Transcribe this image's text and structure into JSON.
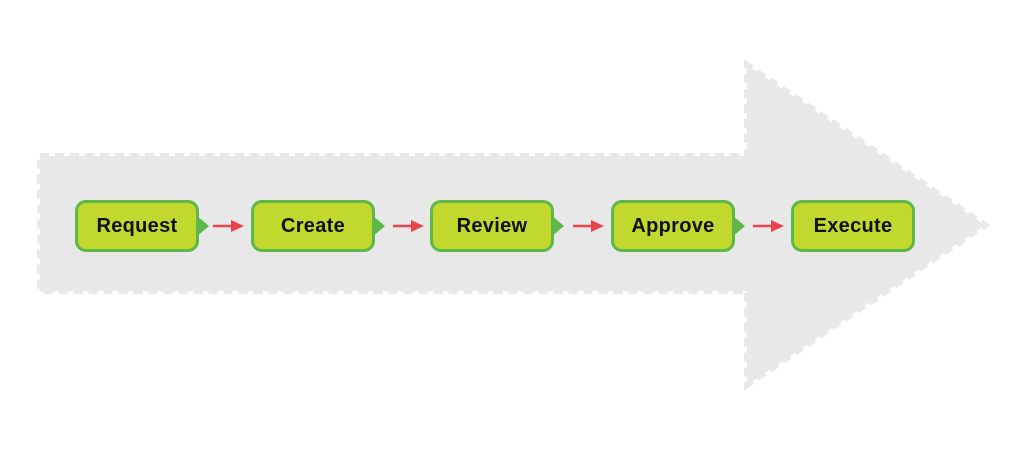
{
  "flow": {
    "type": "process-flow",
    "direction": "left-to-right",
    "stages": [
      {
        "label": "Request"
      },
      {
        "label": "Create"
      },
      {
        "label": "Review"
      },
      {
        "label": "Approve"
      },
      {
        "label": "Execute"
      }
    ]
  },
  "colors": {
    "arrow_body": "#e8e8e8",
    "box_fill": "#c3d82f",
    "box_border": "#5cb848",
    "flow_arrow": "#e9434b",
    "label_text": "#111111",
    "background": "#ffffff"
  }
}
